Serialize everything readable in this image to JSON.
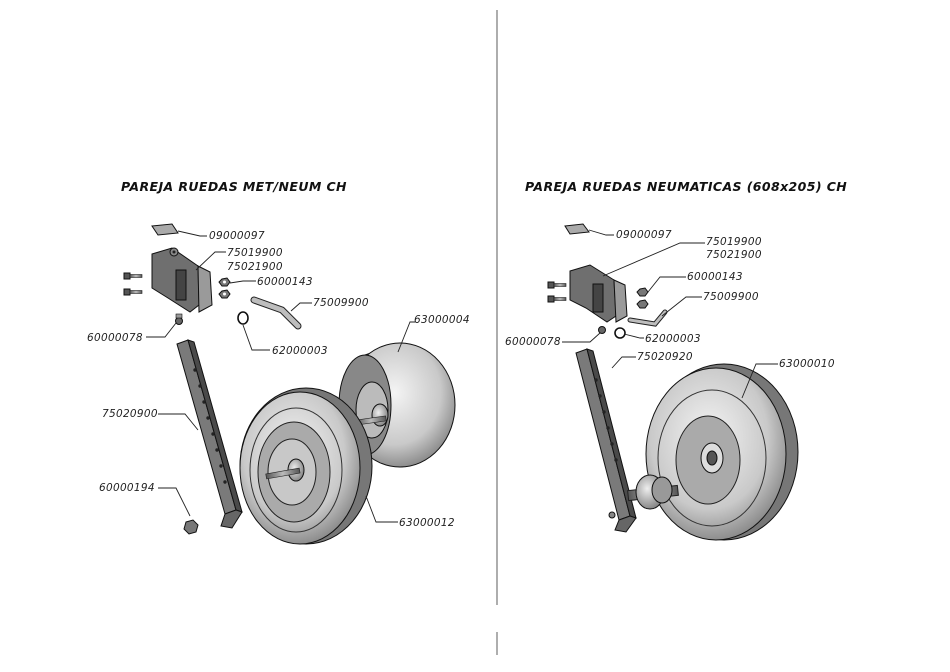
{
  "left": {
    "title": "PAREJA RUEDAS MET/NEUM CH",
    "labels": {
      "p09000097": "09000097",
      "p75019900": "75019900",
      "p75021900": "75021900",
      "p60000143": "60000143",
      "p75009900": "75009900",
      "p60000078": "60000078",
      "p62000003": "62000003",
      "p63000004": "63000004",
      "p75020900": "75020900",
      "p60000194": "60000194",
      "p63000012": "63000012"
    }
  },
  "right": {
    "title": "PAREJA RUEDAS NEUMATICAS (608x205) CH",
    "labels": {
      "p09000097": "09000097",
      "p75019900": "75019900",
      "p75021900": "75021900",
      "p60000143": "60000143",
      "p75009900": "75009900",
      "p60000078": "60000078",
      "p62000003": "62000003",
      "p75020920": "75020920",
      "p63000010": "63000010"
    }
  }
}
